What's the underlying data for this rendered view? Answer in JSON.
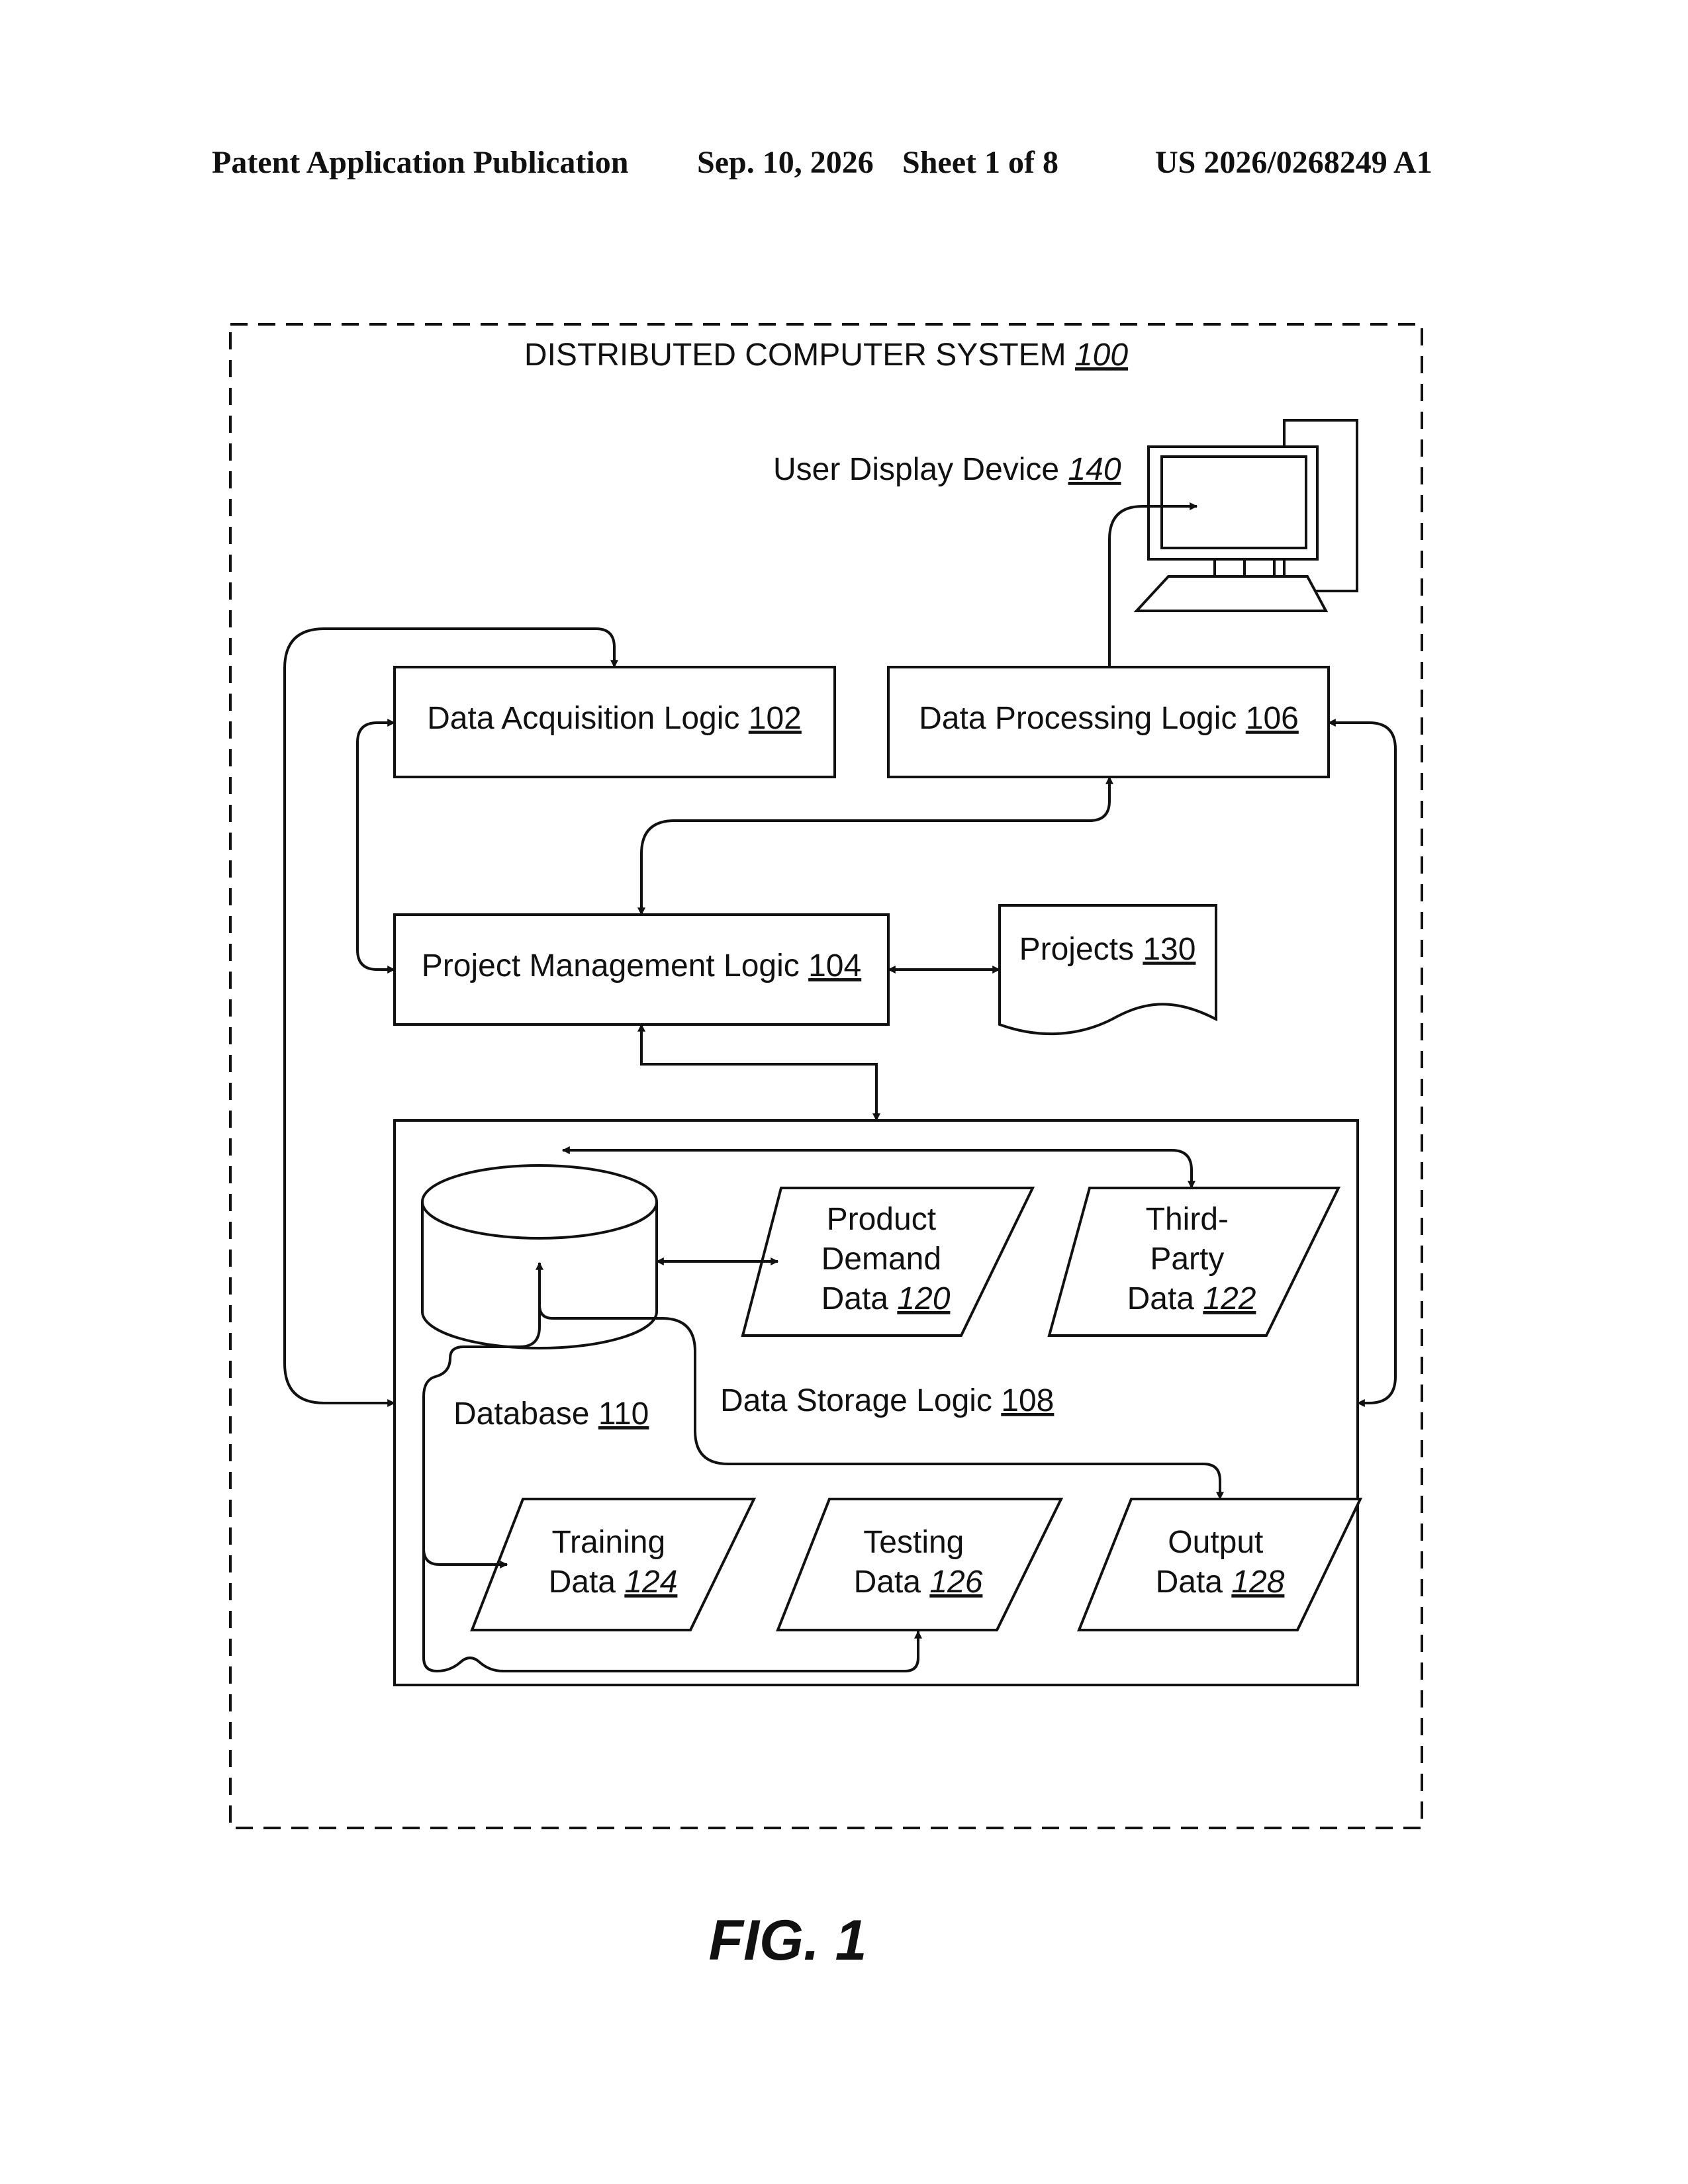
{
  "header": {
    "left": "Patent Application Publication",
    "date": "Sep. 10, 2026",
    "sheet": "Sheet 1 of 8",
    "number": "US 2026/0268249 A1"
  },
  "system": {
    "label": "DISTRIBUTED COMPUTER SYSTEM",
    "ref": "100"
  },
  "display_device": {
    "label": "User Display Device",
    "ref": "140"
  },
  "data_acquisition": {
    "label": "Data Acquisition Logic",
    "ref": "102"
  },
  "data_processing": {
    "label": "Data Processing Logic",
    "ref": "106"
  },
  "project_management": {
    "label": "Project Management Logic",
    "ref": "104"
  },
  "projects": {
    "label": "Projects",
    "ref": "130"
  },
  "data_storage": {
    "label": "Data Storage Logic",
    "ref": "108"
  },
  "database": {
    "label": "Database",
    "ref": "110"
  },
  "product_demand": {
    "line1": "Product",
    "line2": "Demand",
    "line3": "Data",
    "ref": "120"
  },
  "third_party": {
    "line1": "Third-",
    "line2": "Party",
    "line3": "Data",
    "ref": "122"
  },
  "training": {
    "line1": "Training",
    "line2": "Data",
    "ref": "124"
  },
  "testing": {
    "line1": "Testing",
    "line2": "Data",
    "ref": "126"
  },
  "output": {
    "line1": "Output",
    "line2": "Data",
    "ref": "128"
  },
  "figure": {
    "label": "FIG. 1"
  }
}
